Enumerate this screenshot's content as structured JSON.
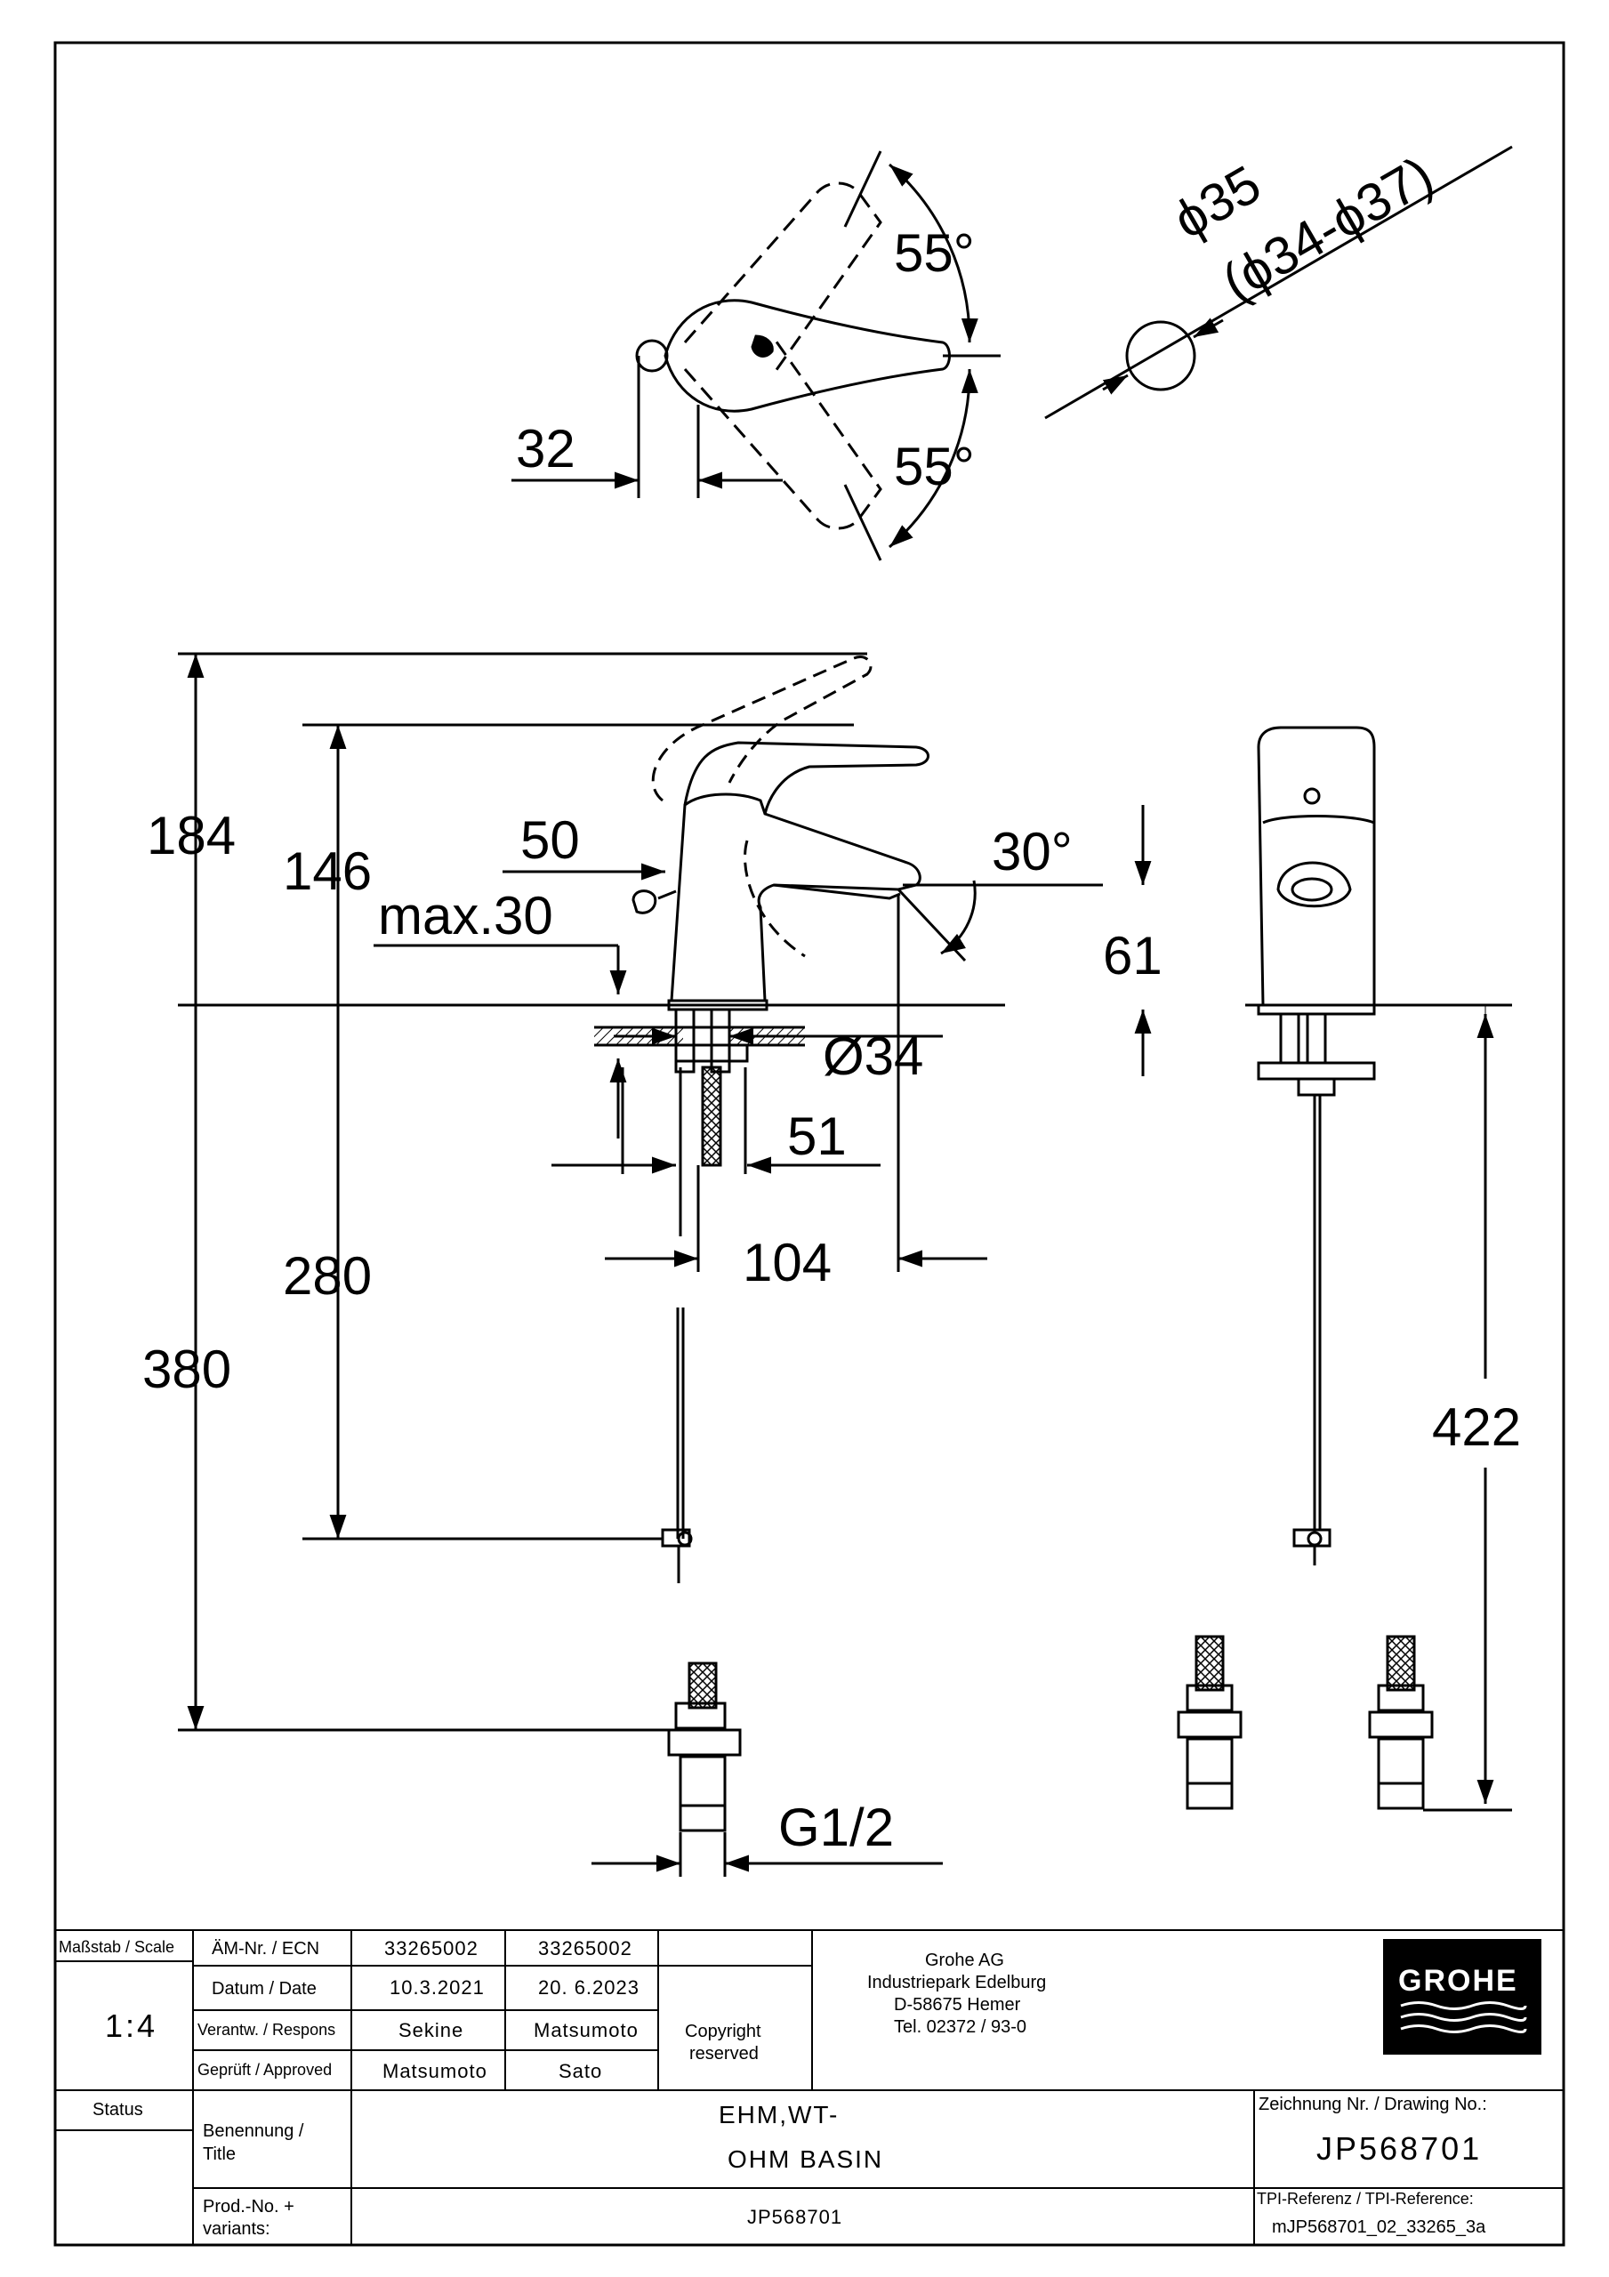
{
  "dimensions": {
    "d_32": "32",
    "d_55_top": "55°",
    "d_55_bottom": "55°",
    "d_phi35": "ϕ35",
    "d_phi_range": "(ϕ34-ϕ37)",
    "d_184": "184",
    "d_146": "146",
    "d_50": "50",
    "d_max30": "max.30",
    "d_30deg": "30°",
    "d_61": "61",
    "d_phi34": "Ø34",
    "d_51": "51",
    "d_104": "104",
    "d_280": "280",
    "d_380": "380",
    "d_422": "422",
    "d_g12": "G1/2"
  },
  "title_block": {
    "scale_label": "Maßstab / Scale",
    "scale_value": "1:4",
    "ecn_label": "ÄM-Nr. / ECN",
    "ecn_1": "33265002",
    "ecn_2": "33265002",
    "date_label": "Datum / Date",
    "date_1": "10.3.2021",
    "date_2": "20. 6.2023",
    "resp_label": "Verantw. / Respons",
    "resp_1": "Sekine",
    "resp_2": "Matsumoto",
    "approved_label": "Geprüft / Approved",
    "approved_1": "Matsumoto",
    "approved_2": "Sato",
    "copyright_1": "Copyright",
    "copyright_2": "reserved",
    "company_1": "Grohe AG",
    "company_2": "Industriepark Edelburg",
    "company_3": "D-58675 Hemer",
    "company_4": "Tel. 02372 / 93-0",
    "logo_text": "GROHE",
    "status_label": "Status",
    "title_label_1": "Benennung /",
    "title_label_2": "Title",
    "title_1": "EHM,WT-",
    "title_2": "OHM BASIN",
    "drawing_no_label": "Zeichnung Nr. / Drawing No.:",
    "drawing_no": "JP568701",
    "prod_label_1": "Prod.-No. +",
    "prod_label_2": "variants:",
    "prod_no": "JP568701",
    "tpi_label": "TPI-Referenz / TPI-Reference:",
    "tpi_value": "mJP568701_02_33265_3a"
  }
}
